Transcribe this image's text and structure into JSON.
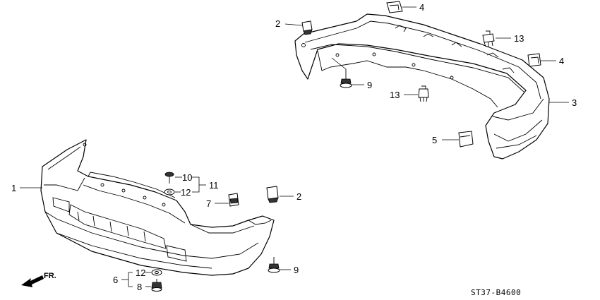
{
  "diagram": {
    "code": "ST37-B4600",
    "direction_label": "FR.",
    "callouts": {
      "rear_bumper_cover": "3",
      "rear_clip_top": "2",
      "rear_bracket_top": "4",
      "rear_clip_13_top": "13",
      "rear_bracket_right": "4",
      "rear_screw_9": "9",
      "rear_clip_13_mid": "13",
      "rear_spacer_5": "5",
      "front_bumper_cover": "1",
      "front_screw_10": "10",
      "front_group_11": "11",
      "front_washer_12_top": "12",
      "front_clip_7": "7",
      "front_clip_2": "2",
      "front_screw_9": "9",
      "front_group_6": "6",
      "front_washer_12_bottom": "12",
      "front_screw_8": "8"
    }
  }
}
